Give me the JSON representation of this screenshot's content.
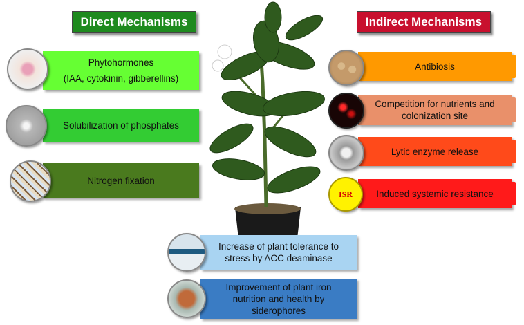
{
  "headers": {
    "direct": "Direct Mechanisms",
    "indirect": "Indirect Mechanisms"
  },
  "direct": [
    {
      "line1": "Phytohormones",
      "line2": "(IAA, cytokinin, gibberellins)"
    },
    {
      "line1": "Solubilization of phosphates"
    },
    {
      "line1": "Nitrogen fixation"
    }
  ],
  "indirect": [
    {
      "line1": "Antibiosis"
    },
    {
      "line1": "Competition for nutrients and",
      "line2": "colonization site"
    },
    {
      "line1": "Lytic enzyme release"
    },
    {
      "line1": "Induced systemic resistance",
      "badge": "ISR"
    }
  ],
  "bottom": [
    {
      "line1": "Increase of plant tolerance to",
      "line2": "stress by ACC deaminase"
    },
    {
      "line1": "Improvement of plant iron",
      "line2": "nutrition and health by",
      "line3": "siderophores"
    }
  ],
  "colors": {
    "direct_header": "#1e8a1e",
    "indirect_header": "#c8102e",
    "phyto": "#66ff33",
    "phosphates": "#33cc33",
    "nitrogen": "#4a7a1e",
    "antibiosis": "#ff9900",
    "competition": "#e9906a",
    "lytic": "#ff4a1a",
    "isr": "#ff1a1a",
    "acc": "#a9d4f2",
    "iron": "#3a7cc4"
  }
}
